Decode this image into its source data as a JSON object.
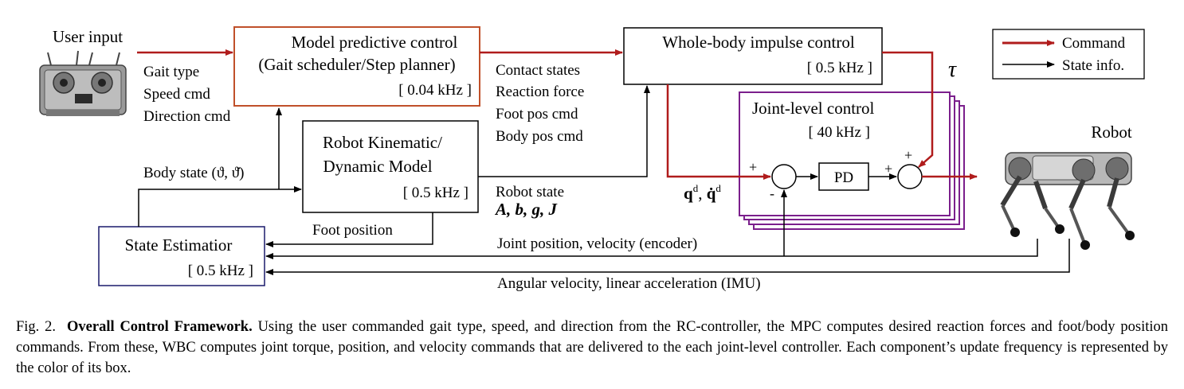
{
  "diagram": {
    "user_input": "User input",
    "mpc": {
      "line1": "Model predictive control",
      "line2": "(Gait scheduler/Step planner)",
      "freq": "[ 0.04 kHz ]",
      "border_color": "#c0502a"
    },
    "wbic": {
      "line1": "Whole-body impulse control",
      "freq": "[ 0.5 kHz ]"
    },
    "joint": {
      "title": "Joint-level control",
      "freq": "[ 40 kHz ]",
      "pd": "PD",
      "border_color": "#7b1f8c"
    },
    "model": {
      "line1": "Robot Kinematic/",
      "line2": "Dynamic Model",
      "freq": "[ 0.5 kHz ]"
    },
    "estimator": {
      "line1": "State Estimatior",
      "freq": "[ 0.5 kHz ]",
      "border_color": "#1a1a6b"
    },
    "user_signals": [
      "Gait type",
      "Speed cmd",
      "Direction cmd"
    ],
    "mpc_outputs": [
      "Contact states",
      "Reaction force",
      "Foot pos cmd",
      "Body pos cmd"
    ],
    "body_state": "Body state (ϑ, ϑ̇)",
    "robot_state": "Robot state",
    "robot_state_vars": "A, b, g, J",
    "foot_position": "Foot position",
    "joint_feedback": "Joint position, velocity (encoder)",
    "imu_feedback": "Angular velocity, linear acceleration (IMU)",
    "tau": "τ",
    "qd": "q",
    "qd_sup": "d",
    "qd_comma": ", ",
    "qdot": "q̇",
    "qdot_sup": "d",
    "plus": "+",
    "minus": "-",
    "robot": "Robot",
    "legend": {
      "command": "Command",
      "state": "State info.",
      "command_color": "#b01c1c",
      "state_color": "#000000"
    }
  },
  "caption": {
    "label": "Fig. 2.",
    "title": "Overall Control Framework.",
    "body": " Using the user commanded gait type, speed, and direction from the RC-controller, the MPC computes desired reaction forces and foot/body position commands. From these, WBC computes joint torque, position, and velocity commands that are delivered to the each joint-level controller. Each component’s update frequency is represented by the color of its box."
  }
}
